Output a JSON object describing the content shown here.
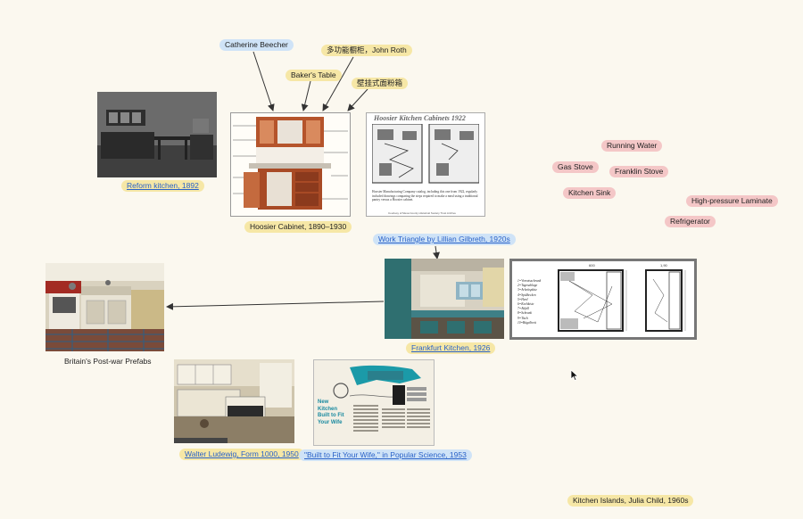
{
  "tags": {
    "catherine_beecher": "Catherine Beecher",
    "bakers_table": "Baker's Table",
    "john_roth": "多功能橱柜，John Roth",
    "flour_bin": "壁挂式面粉箱",
    "reform_kitchen": "Reform kitchen, 1892",
    "hoosier_cabinet": "Hoosier Cabinet, 1890–1930",
    "work_triangle": "Work Triangle by Lillian Gilbreth, 1920s",
    "frankfurt_kitchen": "Frankfurt Kitchen, 1926",
    "britain_prefabs": "Britain's Post-war Prefabs",
    "walter_ludewig": "Walter Ludewig, Form 1000, 1950",
    "built_to_fit": "\"Built to Fit Your Wife,\" in Popular Science, 1953",
    "kitchen_islands": "Kitchen Islands, Julia Child, 1960s",
    "running_water": "Running Water",
    "gas_stove": "Gas Stove",
    "franklin_stove": "Franklin Stove",
    "kitchen_sink": "Kitchen Sink",
    "laminate": "High-pressure Laminate",
    "refrigerator": "Refrigerator"
  },
  "images": {
    "hoosier_ad_title": "Hoosier Kitchen Cabinets 1922",
    "hoosier_ad_caption": "Hoosier Manufacturing Company catalog, including this one from 1922, regularly included drawings comparing the steps required to make a meal using a traditional pantry versus a Hoosier cabinet.",
    "hoosier_ad_credit": "Courtesy of Mesa County Historical Society Trust Archive",
    "popsci_headline": "New Kitchen Built to Fit Your Wife",
    "plan_dims": [
      "600",
      "1,90"
    ],
    "plan_legend": [
      "1=Vorratsschrank",
      "2=Tagesablage",
      "3=Arbeitsplatz",
      "4=Spülbecken",
      "5=Herd",
      "6=Kochkiste",
      "7=Abfall",
      "8=Schrank",
      "9=Tisch",
      "10=Bügelbrett"
    ]
  },
  "colors": {
    "canvas": "#fbf8ef",
    "tag_yellow": "#f6e7a6",
    "tag_blue": "#cfe3f7",
    "tag_pink": "#f4c7c7",
    "link": "#2a62c8",
    "arrow": "#333333"
  }
}
